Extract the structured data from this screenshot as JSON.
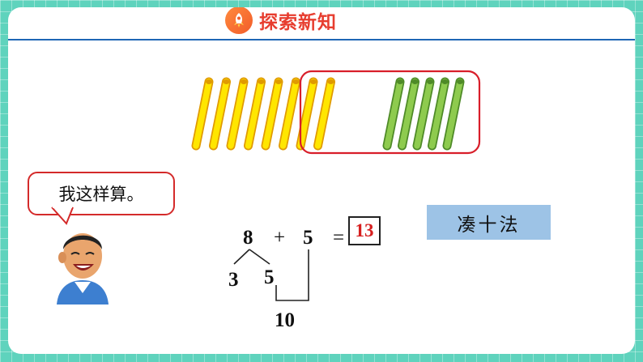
{
  "header": {
    "title": "探索新知",
    "icon": "rocket-icon"
  },
  "sticks": {
    "yellow_count": 8,
    "green_count": 5,
    "grouped_yellow_count": 2,
    "colors": {
      "yellow": "#ffe600",
      "green": "#8ecb4e",
      "group_border": "#d81e2a"
    }
  },
  "speech": {
    "text": "我这样算。"
  },
  "equation": {
    "a": "8",
    "op": "+",
    "b": "5",
    "eq": "=",
    "answer": "13",
    "split_a": "3",
    "split_b": "5",
    "ten": "10"
  },
  "method": {
    "label": "凑十法"
  },
  "colors": {
    "background": "#5fd3bd",
    "header_line": "#1f66b5",
    "title": "#e73d2f",
    "answer": "#d61f1f",
    "method_bg": "#9dc3e6"
  }
}
